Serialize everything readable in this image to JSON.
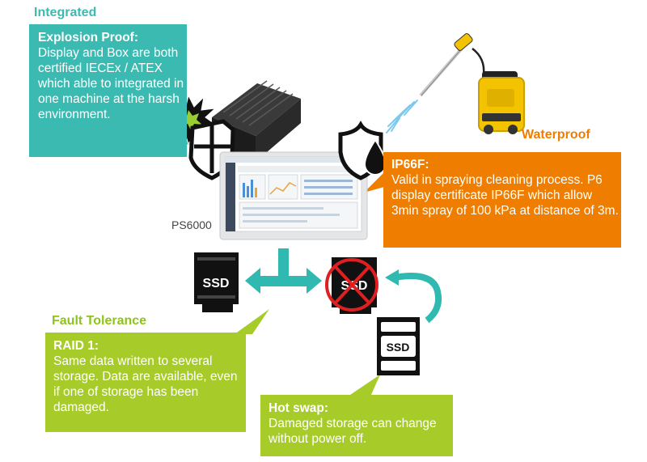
{
  "integrated": {
    "title": "Integrated",
    "card_head": "Explosion Proof:",
    "card_body": "Display and Box are both certified IECEx / ATEX which able to integrated in one machine at the harsh environment."
  },
  "waterproof": {
    "title": "Waterproof",
    "card_head": "IP66F:",
    "card_body": "Valid in spraying cleaning process. P6 display certificate IP66F which allow 3min spray of 100 kPa at distance of 3m."
  },
  "fault_tolerance": {
    "title": "Fault Tolerance",
    "raid_head": "RAID 1:",
    "raid_body": "Same data written to several storage. Data are available, even if one of storage has been damaged.",
    "hotswap_head": "Hot swap:",
    "hotswap_body": "Damaged storage can change without power off."
  },
  "device_label": "PS6000",
  "ssd_label": "SSD",
  "colors": {
    "teal": "#3bbab1",
    "orange": "#ee7d00",
    "lime": "#a7cc2a",
    "arrow": "#2fb9b1"
  },
  "icons": [
    "explosion-icon",
    "shield-icon",
    "shield-water-drop-icon",
    "pressure-washer-icon",
    "ssd-icon",
    "no-sign-icon",
    "swap-arrow-icon"
  ]
}
